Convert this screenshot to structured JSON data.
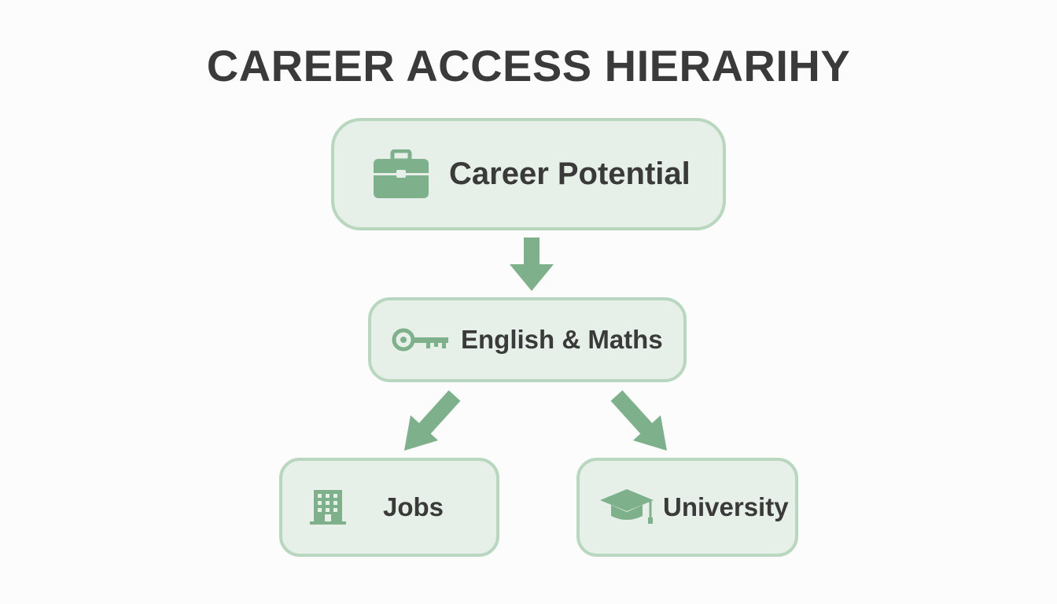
{
  "title": "CAREER ACCESS HIERARIHY",
  "nodes": {
    "career": {
      "label": "Career Potential",
      "icon": "briefcase-icon"
    },
    "english_maths": {
      "label": "English & Maths",
      "icon": "key-icon"
    },
    "jobs": {
      "label": "Jobs",
      "icon": "office-building-icon"
    },
    "university": {
      "label": "University",
      "icon": "graduation-cap-icon"
    }
  },
  "colors": {
    "node_fill": "#e6f0e8",
    "node_border": "#b9d6bf",
    "accent": "#7fb08c",
    "text": "#3a3a3a"
  }
}
